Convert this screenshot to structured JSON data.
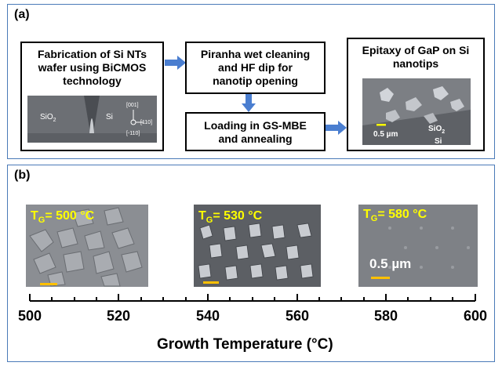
{
  "panel_a": {
    "label": "(a)",
    "step1": {
      "lines": [
        "Fabrication of Si NTs",
        "wafer using BiCMOS",
        "technology"
      ],
      "image_labels": {
        "sio2": "SiO",
        "sio2_sub": "2",
        "si": "Si",
        "axis_001": "[001]",
        "axis_110": "[110]",
        "axis_m110": "[-110]"
      }
    },
    "step2": {
      "lines": [
        "Piranha wet cleaning",
        "and HF dip for",
        "nanotip opening"
      ]
    },
    "step3": {
      "lines": [
        "Loading in GS-MBE",
        "and annealing"
      ]
    },
    "step4": {
      "lines": [
        "Epitaxy of GaP on Si",
        "nanotips"
      ],
      "image_labels": {
        "scale": "0.5 µm",
        "sio2": "SiO",
        "sio2_sub": "2",
        "si": "Si"
      }
    }
  },
  "panel_b": {
    "label": "(b)",
    "images": [
      {
        "tg_prefix": "T",
        "tg_sub": "G",
        "tg_value": "= 500 °C"
      },
      {
        "tg_prefix": "T",
        "tg_sub": "G",
        "tg_value": "= 530 °C"
      },
      {
        "tg_prefix": "T",
        "tg_sub": "G",
        "tg_value": "= 580 °C",
        "scale": "0.5 µm"
      }
    ],
    "axis": {
      "ticks": [
        "500",
        "520",
        "540",
        "560",
        "580",
        "600"
      ],
      "title": "Growth Temperature (°C)"
    }
  },
  "colors": {
    "frame": "#4a7ab8",
    "arrow": "#4a7ed0",
    "label_yellow": "#ffff00",
    "scalebar": "#ffc000"
  }
}
